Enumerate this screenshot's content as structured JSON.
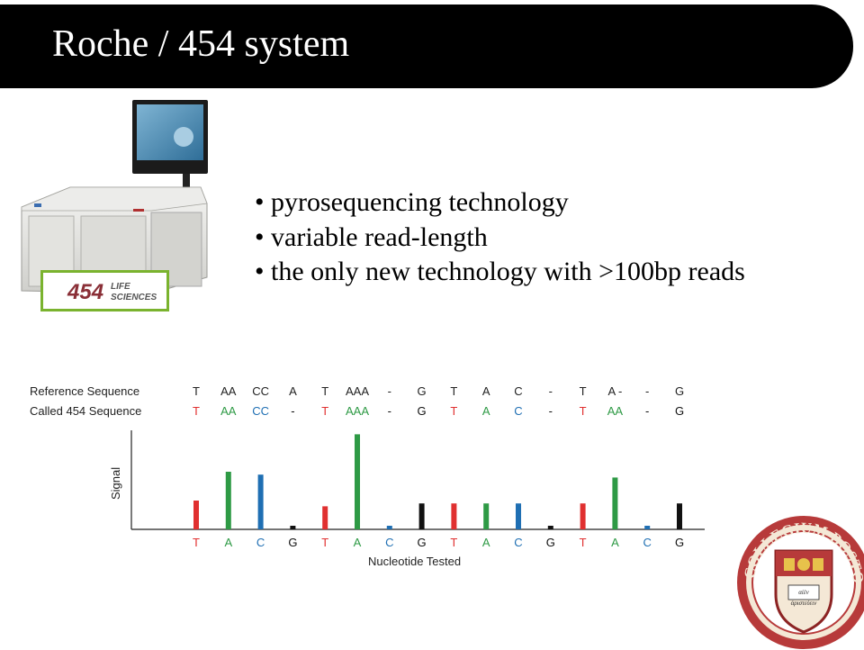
{
  "slide": {
    "title": "Roche / 454 system",
    "bullets": [
      "pyrosequencing technology",
      "variable read-length",
      "the only new technology with >100bp reads"
    ],
    "logo_text": {
      "number": "454",
      "line1": "LIFE",
      "line2": "SCIENCES"
    }
  },
  "colors": {
    "T": "#e03030",
    "A": "#2e9a45",
    "C": "#1f6fb3",
    "G": "#111111",
    "title_bar": "#000000",
    "logo_border": "#7ab32e"
  },
  "chart_data": {
    "type": "bar",
    "title": "",
    "ylabel": "Signal",
    "xlabel": "Nucleotide Tested",
    "reference_label": "Reference Sequence",
    "called_label": "Called 454 Sequence",
    "reference_sequence": [
      "T",
      "AA",
      "CC",
      "A",
      "T",
      "AAA",
      "-",
      "G",
      "T",
      "A",
      "C",
      "-",
      "T",
      "A -",
      "-",
      "G"
    ],
    "called_sequence": [
      "T",
      "AA",
      "CC",
      "-",
      "T",
      "AAA",
      "-",
      "G",
      "T",
      "A",
      "C",
      "-",
      "T",
      "AA",
      "-",
      "G"
    ],
    "categories": [
      "T",
      "A",
      "C",
      "G",
      "T",
      "A",
      "C",
      "G",
      "T",
      "A",
      "C",
      "G",
      "T",
      "A",
      "C",
      "G"
    ],
    "values": [
      1,
      2,
      1.9,
      0.1,
      0.8,
      3.3,
      0.1,
      0.9,
      0.9,
      0.9,
      0.9,
      0.1,
      0.9,
      1.8,
      0.1,
      0.9
    ],
    "ylim": [
      0,
      3.5
    ],
    "grid": false
  }
}
